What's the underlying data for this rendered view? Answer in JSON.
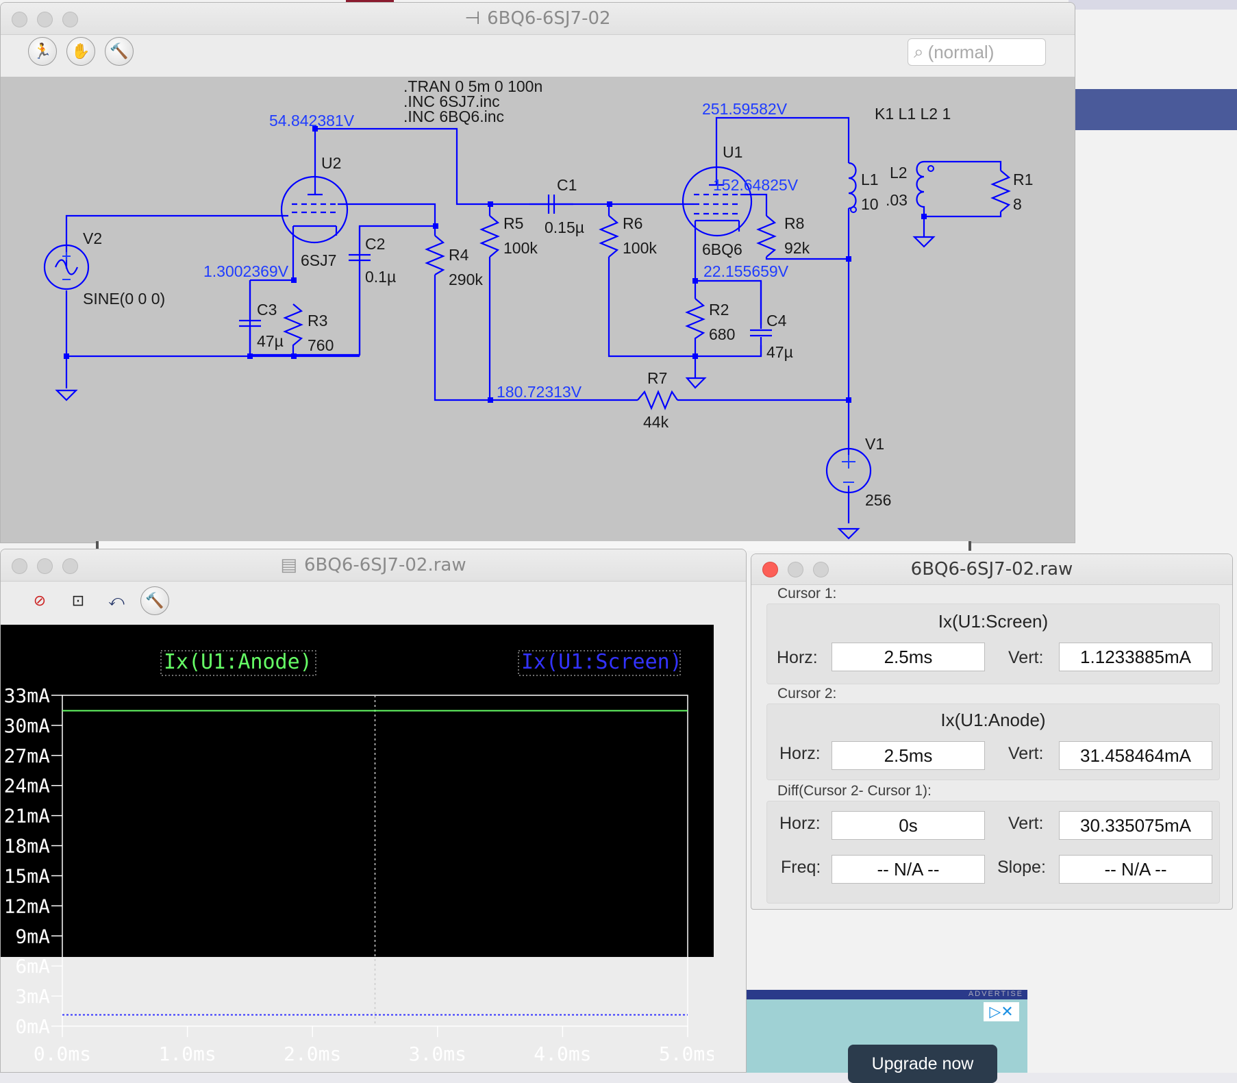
{
  "schematic_window": {
    "title": "6BQ6-6SJ7-02",
    "title_icon": "transistor-symbol-icon",
    "toolbar": [
      "run-icon",
      "halt-hand-icon",
      "hammer-icon"
    ],
    "search_placeholder": "(normal)",
    "directives": [
      ".TRAN 0 5m 0 100n",
      ".INC 6SJ7.inc",
      ".INC 6BQ6.inc"
    ],
    "coupling": "K1 L1 L2 1",
    "node_voltages": {
      "u2_plate": "54.842381V",
      "u2_cathode": "1.3002369V",
      "u1_plate": "251.59582V",
      "u1_screen": "152.64825V",
      "u1_cathode": "22.155659V",
      "b_plus": "180.72313V"
    },
    "components": {
      "U2": {
        "ref": "U2",
        "value": "6SJ7"
      },
      "U1": {
        "ref": "U1",
        "value": "6BQ6"
      },
      "V2": {
        "ref": "V2",
        "value": "SINE(0 0 0)"
      },
      "V1": {
        "ref": "V1",
        "value": "256"
      },
      "C1": {
        "ref": "C1",
        "value": "0.15µ"
      },
      "C2": {
        "ref": "C2",
        "value": "0.1µ"
      },
      "C3": {
        "ref": "C3",
        "value": "47µ"
      },
      "C4": {
        "ref": "C4",
        "value": "47µ"
      },
      "R1": {
        "ref": "R1",
        "value": "8"
      },
      "R2": {
        "ref": "R2",
        "value": "680"
      },
      "R3": {
        "ref": "R3",
        "value": "760"
      },
      "R4": {
        "ref": "R4",
        "value": "290k"
      },
      "R5": {
        "ref": "R5",
        "value": "100k"
      },
      "R6": {
        "ref": "R6",
        "value": "100k"
      },
      "R7": {
        "ref": "R7",
        "value": "44k"
      },
      "R8": {
        "ref": "R8",
        "value": "92k"
      },
      "L1": {
        "ref": "L1",
        "value": "10"
      },
      "L2": {
        "ref": "L2",
        "value": ".03"
      }
    },
    "wire_color": "#0000ff",
    "background": "#c4c4c4"
  },
  "waveform_window": {
    "title": "6BQ6-6SJ7-02.raw",
    "toolbar": [
      "zoom-cancel-icon",
      "autorange-icon",
      "zoom-back-icon",
      "hammer-icon"
    ],
    "traces": [
      {
        "name": "Ix(U1:Anode)",
        "color": "#66ff66"
      },
      {
        "name": "Ix(U1:Screen)",
        "color": "#3333ff"
      }
    ]
  },
  "chart_data": {
    "type": "line",
    "title": "",
    "xlabel": "",
    "ylabel": "",
    "xlim": [
      0,
      5
    ],
    "ylim": [
      0,
      33
    ],
    "x_unit": "ms",
    "y_unit": "mA",
    "x_ticks": [
      "0.0ms",
      "1.0ms",
      "2.0ms",
      "3.0ms",
      "4.0ms",
      "5.0ms"
    ],
    "y_ticks": [
      "33mA",
      "30mA",
      "27mA",
      "24mA",
      "21mA",
      "18mA",
      "15mA",
      "12mA",
      "9mA",
      "6mA",
      "3mA",
      "0mA"
    ],
    "series": [
      {
        "name": "Ix(U1:Anode)",
        "x": [
          0,
          5
        ],
        "y": [
          31.458464,
          31.458464
        ],
        "color": "#66ff66",
        "style": "solid"
      },
      {
        "name": "Ix(U1:Screen)",
        "x": [
          0,
          5
        ],
        "y": [
          1.1233885,
          1.1233885
        ],
        "color": "#3333ff",
        "style": "dotted"
      }
    ],
    "cursor_x": 2.5,
    "background": "#000000",
    "grid": false
  },
  "cursor_window": {
    "title": "6BQ6-6SJ7-02.raw",
    "cursor1": {
      "label": "Cursor 1:",
      "trace": "Ix(U1:Screen)",
      "horz_label": "Horz:",
      "horz": "2.5ms",
      "vert_label": "Vert:",
      "vert": "1.1233885mA"
    },
    "cursor2": {
      "label": "Cursor 2:",
      "trace": "Ix(U1:Anode)",
      "horz_label": "Horz:",
      "horz": "2.5ms",
      "vert_label": "Vert:",
      "vert": "31.458464mA"
    },
    "diff": {
      "label": "Diff(Cursor 2- Cursor 1):",
      "horz_label": "Horz:",
      "horz": "0s",
      "vert_label": "Vert:",
      "vert": "30.335075mA",
      "freq_label": "Freq:",
      "freq": "-- N/A --",
      "slope_label": "Slope:",
      "slope": "-- N/A --"
    }
  },
  "ad": {
    "label": "ADVERTISE",
    "button": "Upgrade now"
  }
}
